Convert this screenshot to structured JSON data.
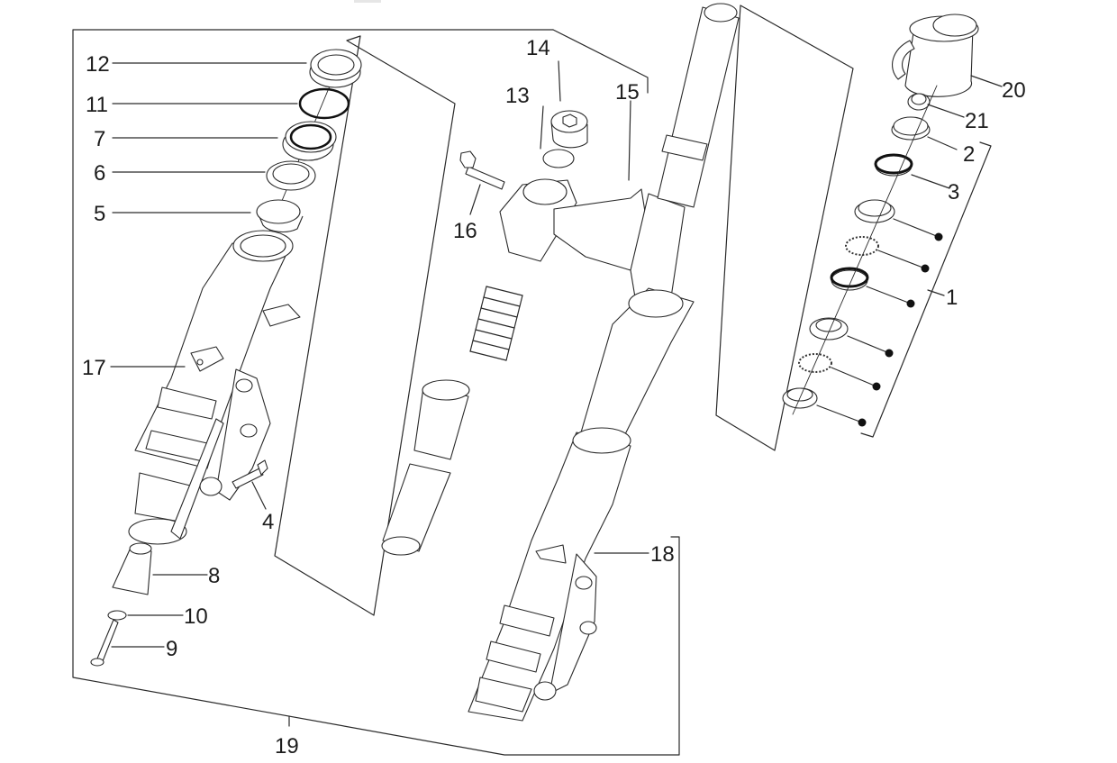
{
  "diagram": {
    "title": "Front fork exploded parts diagram",
    "callouts": [
      {
        "id": "1",
        "text": "1"
      },
      {
        "id": "2",
        "text": "2"
      },
      {
        "id": "3",
        "text": "3"
      },
      {
        "id": "4",
        "text": "4"
      },
      {
        "id": "5",
        "text": "5"
      },
      {
        "id": "6",
        "text": "6"
      },
      {
        "id": "7",
        "text": "7"
      },
      {
        "id": "8",
        "text": "8"
      },
      {
        "id": "9",
        "text": "9"
      },
      {
        "id": "10",
        "text": "10"
      },
      {
        "id": "11",
        "text": "11"
      },
      {
        "id": "12",
        "text": "12"
      },
      {
        "id": "13",
        "text": "13"
      },
      {
        "id": "14",
        "text": "14"
      },
      {
        "id": "15",
        "text": "15"
      },
      {
        "id": "16",
        "text": "16"
      },
      {
        "id": "17",
        "text": "17"
      },
      {
        "id": "18",
        "text": "18"
      },
      {
        "id": "19",
        "text": "19"
      },
      {
        "id": "20",
        "text": "20"
      },
      {
        "id": "21",
        "text": "21"
      }
    ],
    "parts": {
      "left_fork_leg": "17",
      "right_fork_leg": "18",
      "fork_assembly": "19",
      "steering_bearing_kit": "1",
      "steering_cover": "20",
      "top_nut": "21",
      "lock_ring": "2",
      "dust_seal": "3",
      "caliper_bolt": "4",
      "bushing": "5",
      "washer": "6",
      "oil_seal": "7",
      "bottom_cap": "8",
      "bottom_bolt": "9",
      "sealing_washer": "10",
      "circlip": "11",
      "dust_cover": "12",
      "o_ring": "13",
      "top_plug": "14",
      "steering_stem": "15",
      "clamp_bolt": "16"
    }
  }
}
